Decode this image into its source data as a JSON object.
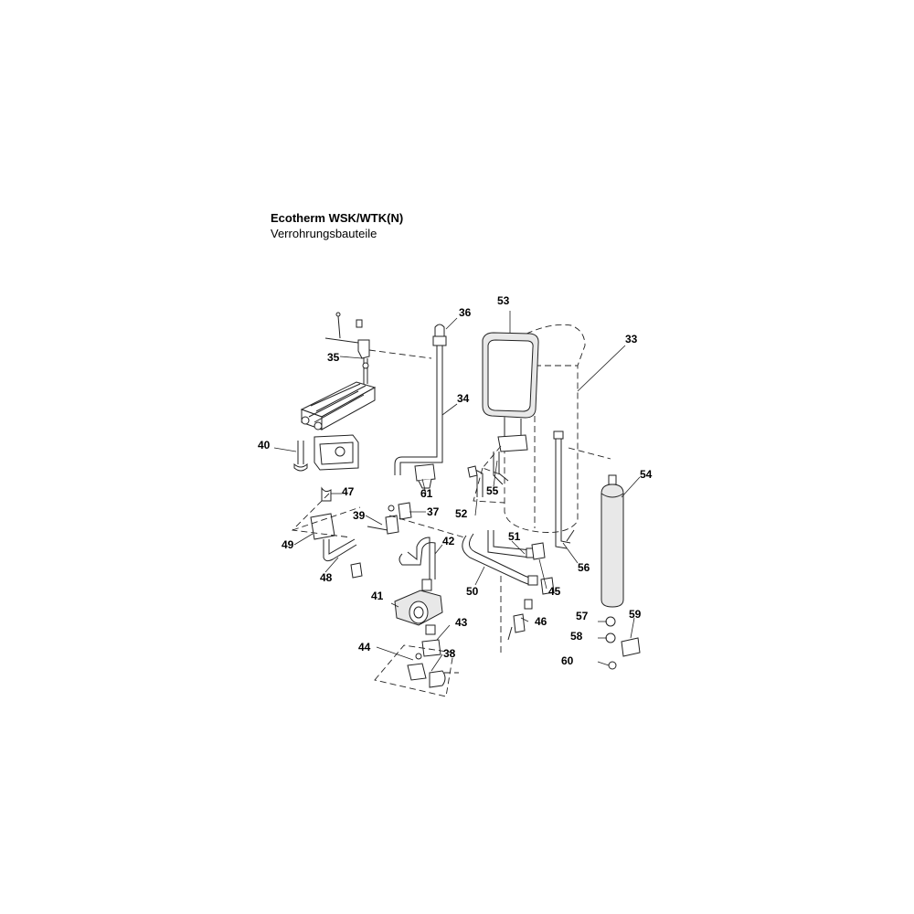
{
  "header": {
    "title": "Ecotherm WSK/WTK(N)",
    "subtitle": "Verrohrungsbauteile"
  },
  "callouts": {
    "c33": "33",
    "c34": "34",
    "c35": "35",
    "c36": "36",
    "c37": "37",
    "c38": "38",
    "c39": "39",
    "c40": "40",
    "c41": "41",
    "c42": "42",
    "c43": "43",
    "c44": "44",
    "c45": "45",
    "c46": "46",
    "c47": "47",
    "c48": "48",
    "c49": "49",
    "c50": "50",
    "c51": "51",
    "c52": "52",
    "c53": "53",
    "c54": "54",
    "c55": "55",
    "c56": "56",
    "c57": "57",
    "c58": "58",
    "c59": "59",
    "c60": "60",
    "c61": "61"
  }
}
